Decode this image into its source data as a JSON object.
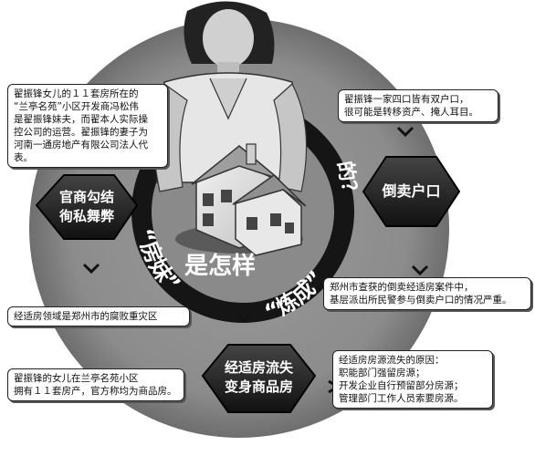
{
  "title": {
    "part1": "“房妹”",
    "part2": "是怎样",
    "part3": "“炼成”",
    "part4": "的？"
  },
  "hexagons": {
    "left": "官商勾结\n徇私舞弊",
    "right": "倒卖户口",
    "bottom": "经适房流失\n变身商品房"
  },
  "boxes": {
    "top_left": "翟振锋女儿的１１套房所在的\n“兰亭名苑”小区开发商冯松伟\n是翟振锋妹夫，而翟本人实际操\n控公司的运营。翟振锋的妻子为\n河南一通房地产有限公司法人代表。",
    "top_right": "翟振锋一家四口皆有双户口，\n很可能是转移资产、掩人耳目。",
    "middle_left": "经适房领域是郑州市的腐败重灾区",
    "middle_right": "郑州市查获的倒卖经适房案件中，\n基层派出所民警参与倒卖户口的情况严重。",
    "bottom_left": "翟振锋的女儿在兰亭名苑小区\n拥有１１套房产，官方称均为商品房。",
    "bottom_right": "经适房房源流失的原因：\n职能部门强留房源；\n开发企业自行预留部分房源；\n管理部门工作人员索要房源。"
  }
}
